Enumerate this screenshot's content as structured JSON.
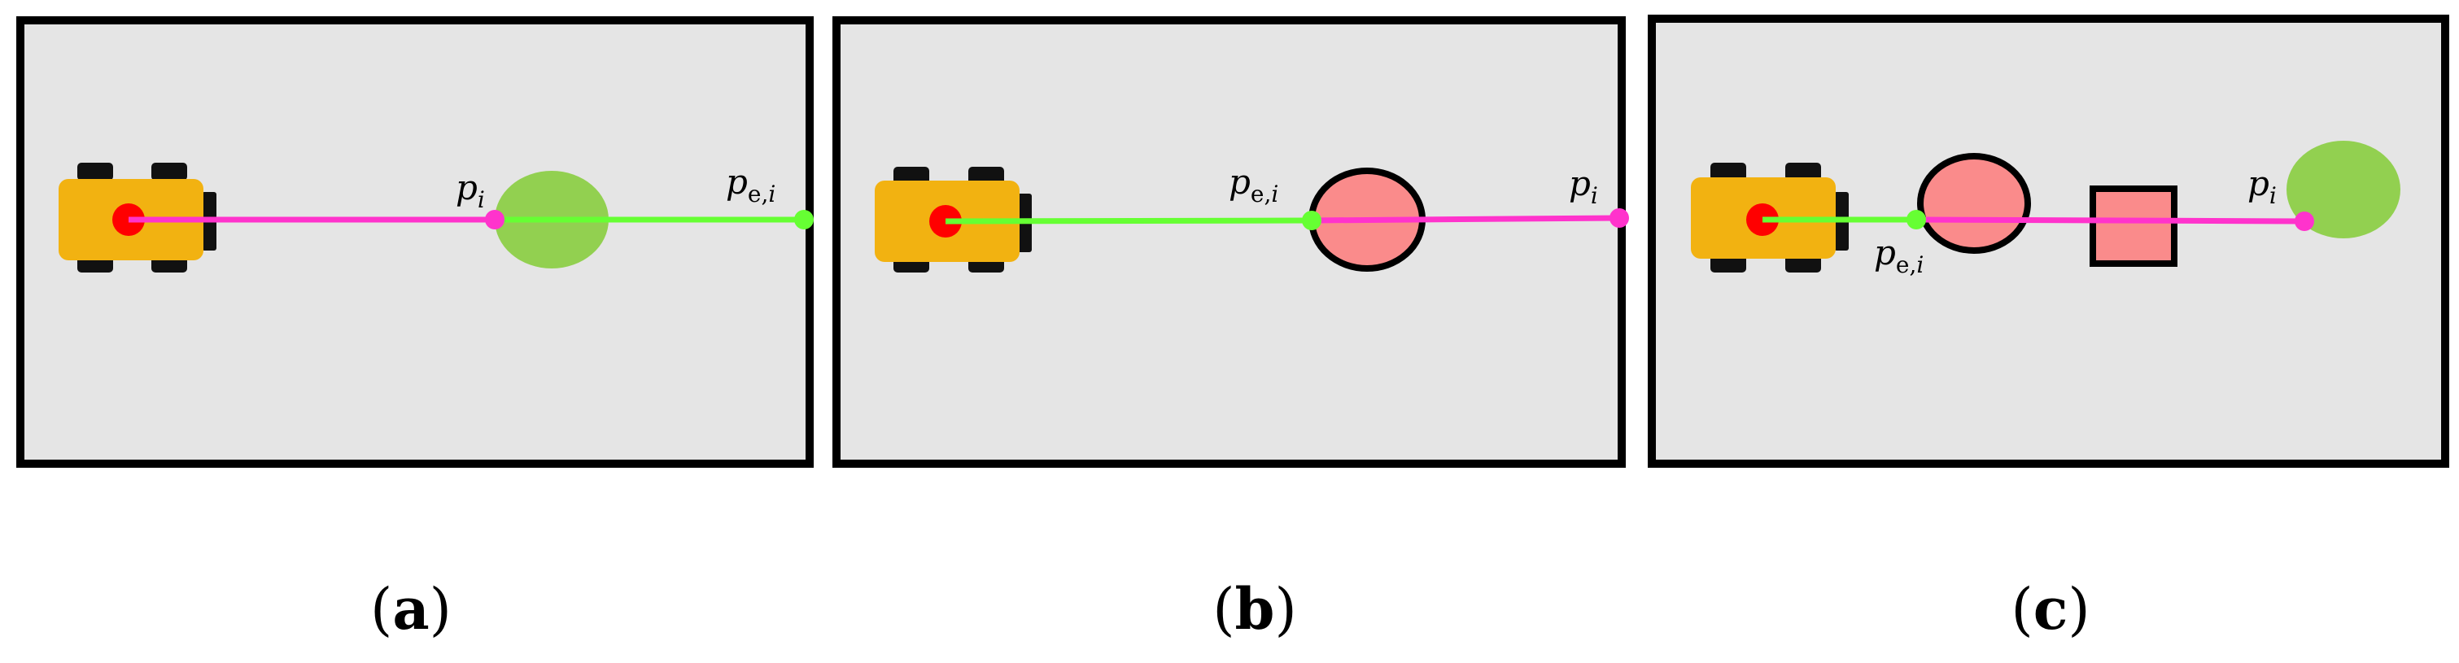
{
  "colors": {
    "background": "#e5e5e5",
    "frame": "#000000",
    "robot_body": "#f2b211",
    "robot_wheel": "#111111",
    "robot_center": "#ff0000",
    "target_region": "#92d050",
    "obstacle": "#fa8b8b",
    "ray_magenta": "#ff33cc",
    "ray_green": "#66ff33"
  },
  "panels": [
    {
      "id": "a",
      "caption": {
        "open": "(",
        "letter": "a",
        "close": ")"
      },
      "labels": {
        "p_i": "p",
        "p_i_sub": "i",
        "p_e": "p",
        "p_e_sub": "e,",
        "p_e_sub_i": "i"
      },
      "icons": [
        "robot-icon",
        "target-ellipse-icon"
      ]
    },
    {
      "id": "b",
      "caption": {
        "open": "(",
        "letter": "b",
        "close": ")"
      },
      "labels": {
        "p_i": "p",
        "p_i_sub": "i",
        "p_e": "p",
        "p_e_sub": "e,",
        "p_e_sub_i": "i"
      },
      "icons": [
        "robot-icon",
        "obstacle-ellipse-icon"
      ]
    },
    {
      "id": "c",
      "caption": {
        "open": "(",
        "letter": "c",
        "close": ")"
      },
      "labels": {
        "p_i": "p",
        "p_i_sub": "i",
        "p_e": "p",
        "p_e_sub": "e,",
        "p_e_sub_i": "i"
      },
      "icons": [
        "robot-icon",
        "obstacle-ellipse-icon",
        "obstacle-square-icon",
        "target-ellipse-icon"
      ]
    }
  ]
}
